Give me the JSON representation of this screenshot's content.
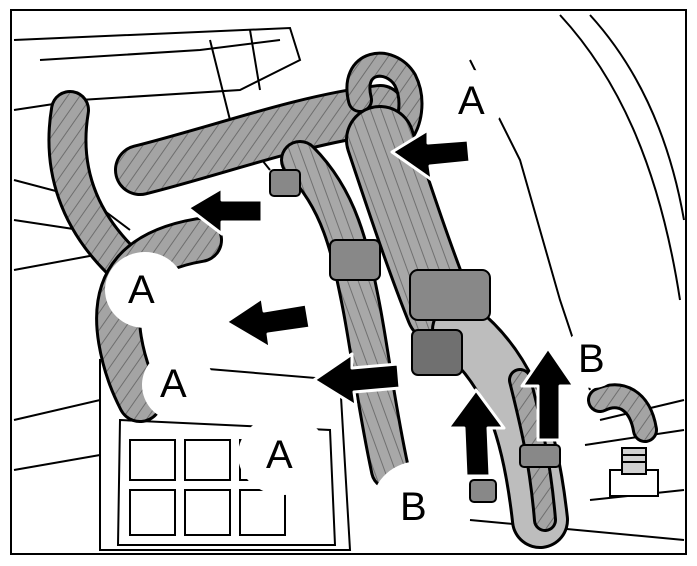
{
  "labels": {
    "a1": "A",
    "a2": "A",
    "a3": "A",
    "a4": "A",
    "b1": "B",
    "b2": "B"
  },
  "icons": {
    "arrow_a": "arrow-left-icon",
    "arrow_b": "arrow-up-icon"
  },
  "colors": {
    "ink": "#000000",
    "paper": "#ffffff",
    "harness": "#9a9a9a",
    "harness_light": "#c8c8c8"
  }
}
